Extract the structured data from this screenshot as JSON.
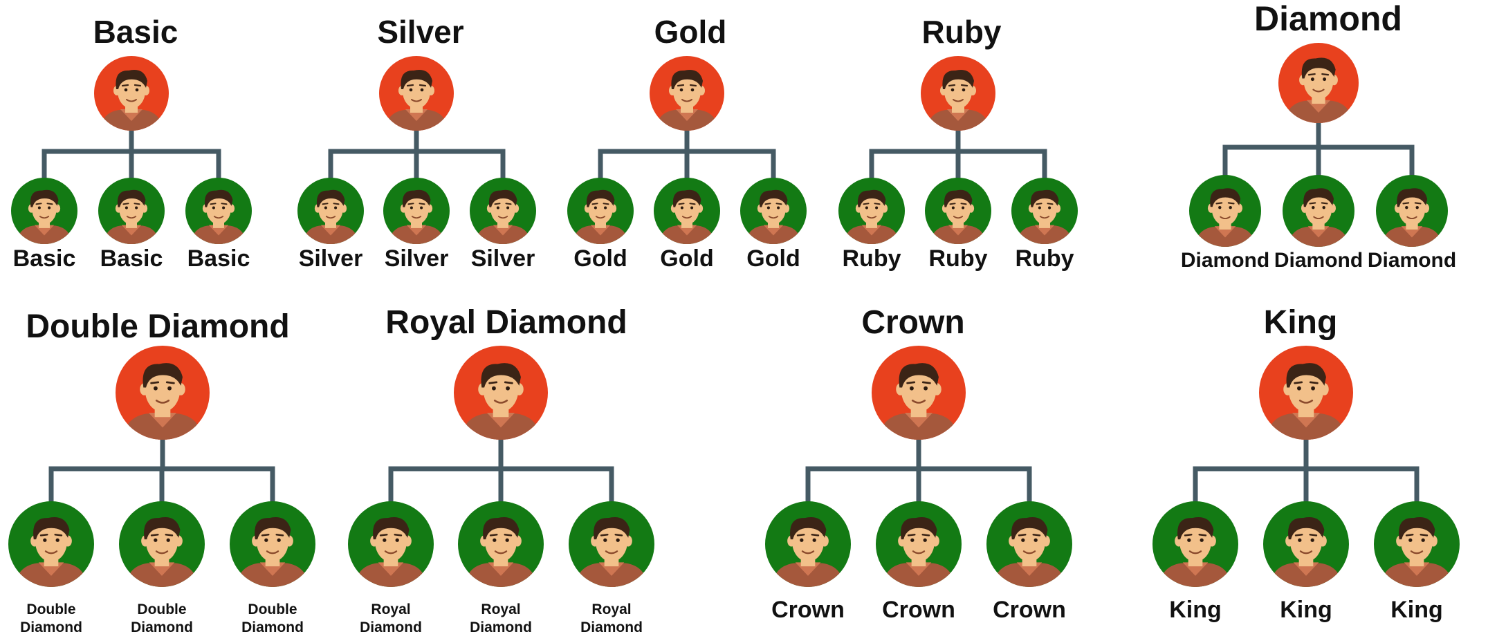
{
  "colors": {
    "parent": "#e8411e",
    "child": "#137a14",
    "connector": "#455a64",
    "hair": "#3b2416",
    "skin": "#f2c08a",
    "shirt": "#a5583c",
    "collar": "#cf7652"
  },
  "icons": {
    "person": "person-avatar-icon"
  },
  "trees": [
    {
      "title": "Basic",
      "children": [
        [
          "Basic"
        ],
        [
          "Basic"
        ],
        [
          "Basic"
        ]
      ]
    },
    {
      "title": "Silver",
      "children": [
        [
          "Silver"
        ],
        [
          "Silver"
        ],
        [
          "Silver"
        ]
      ]
    },
    {
      "title": "Gold",
      "children": [
        [
          "Gold"
        ],
        [
          "Gold"
        ],
        [
          "Gold"
        ]
      ]
    },
    {
      "title": "Ruby",
      "children": [
        [
          "Ruby"
        ],
        [
          "Ruby"
        ],
        [
          "Ruby"
        ]
      ]
    },
    {
      "title": "Diamond",
      "children": [
        [
          "Diamond"
        ],
        [
          "Diamond"
        ],
        [
          "Diamond"
        ]
      ]
    },
    {
      "title": "Double Diamond",
      "children": [
        [
          "Double",
          "Diamond"
        ],
        [
          "Double",
          "Diamond"
        ],
        [
          "Double",
          "Diamond"
        ]
      ]
    },
    {
      "title": "Royal Diamond",
      "children": [
        [
          "Royal",
          "Diamond"
        ],
        [
          "Royal",
          "Diamond"
        ],
        [
          "Royal",
          "Diamond"
        ]
      ]
    },
    {
      "title": "Crown",
      "children": [
        [
          "Crown"
        ],
        [
          "Crown"
        ],
        [
          "Crown"
        ]
      ]
    },
    {
      "title": "King",
      "children": [
        [
          "King"
        ],
        [
          "King"
        ],
        [
          "King"
        ]
      ]
    }
  ]
}
